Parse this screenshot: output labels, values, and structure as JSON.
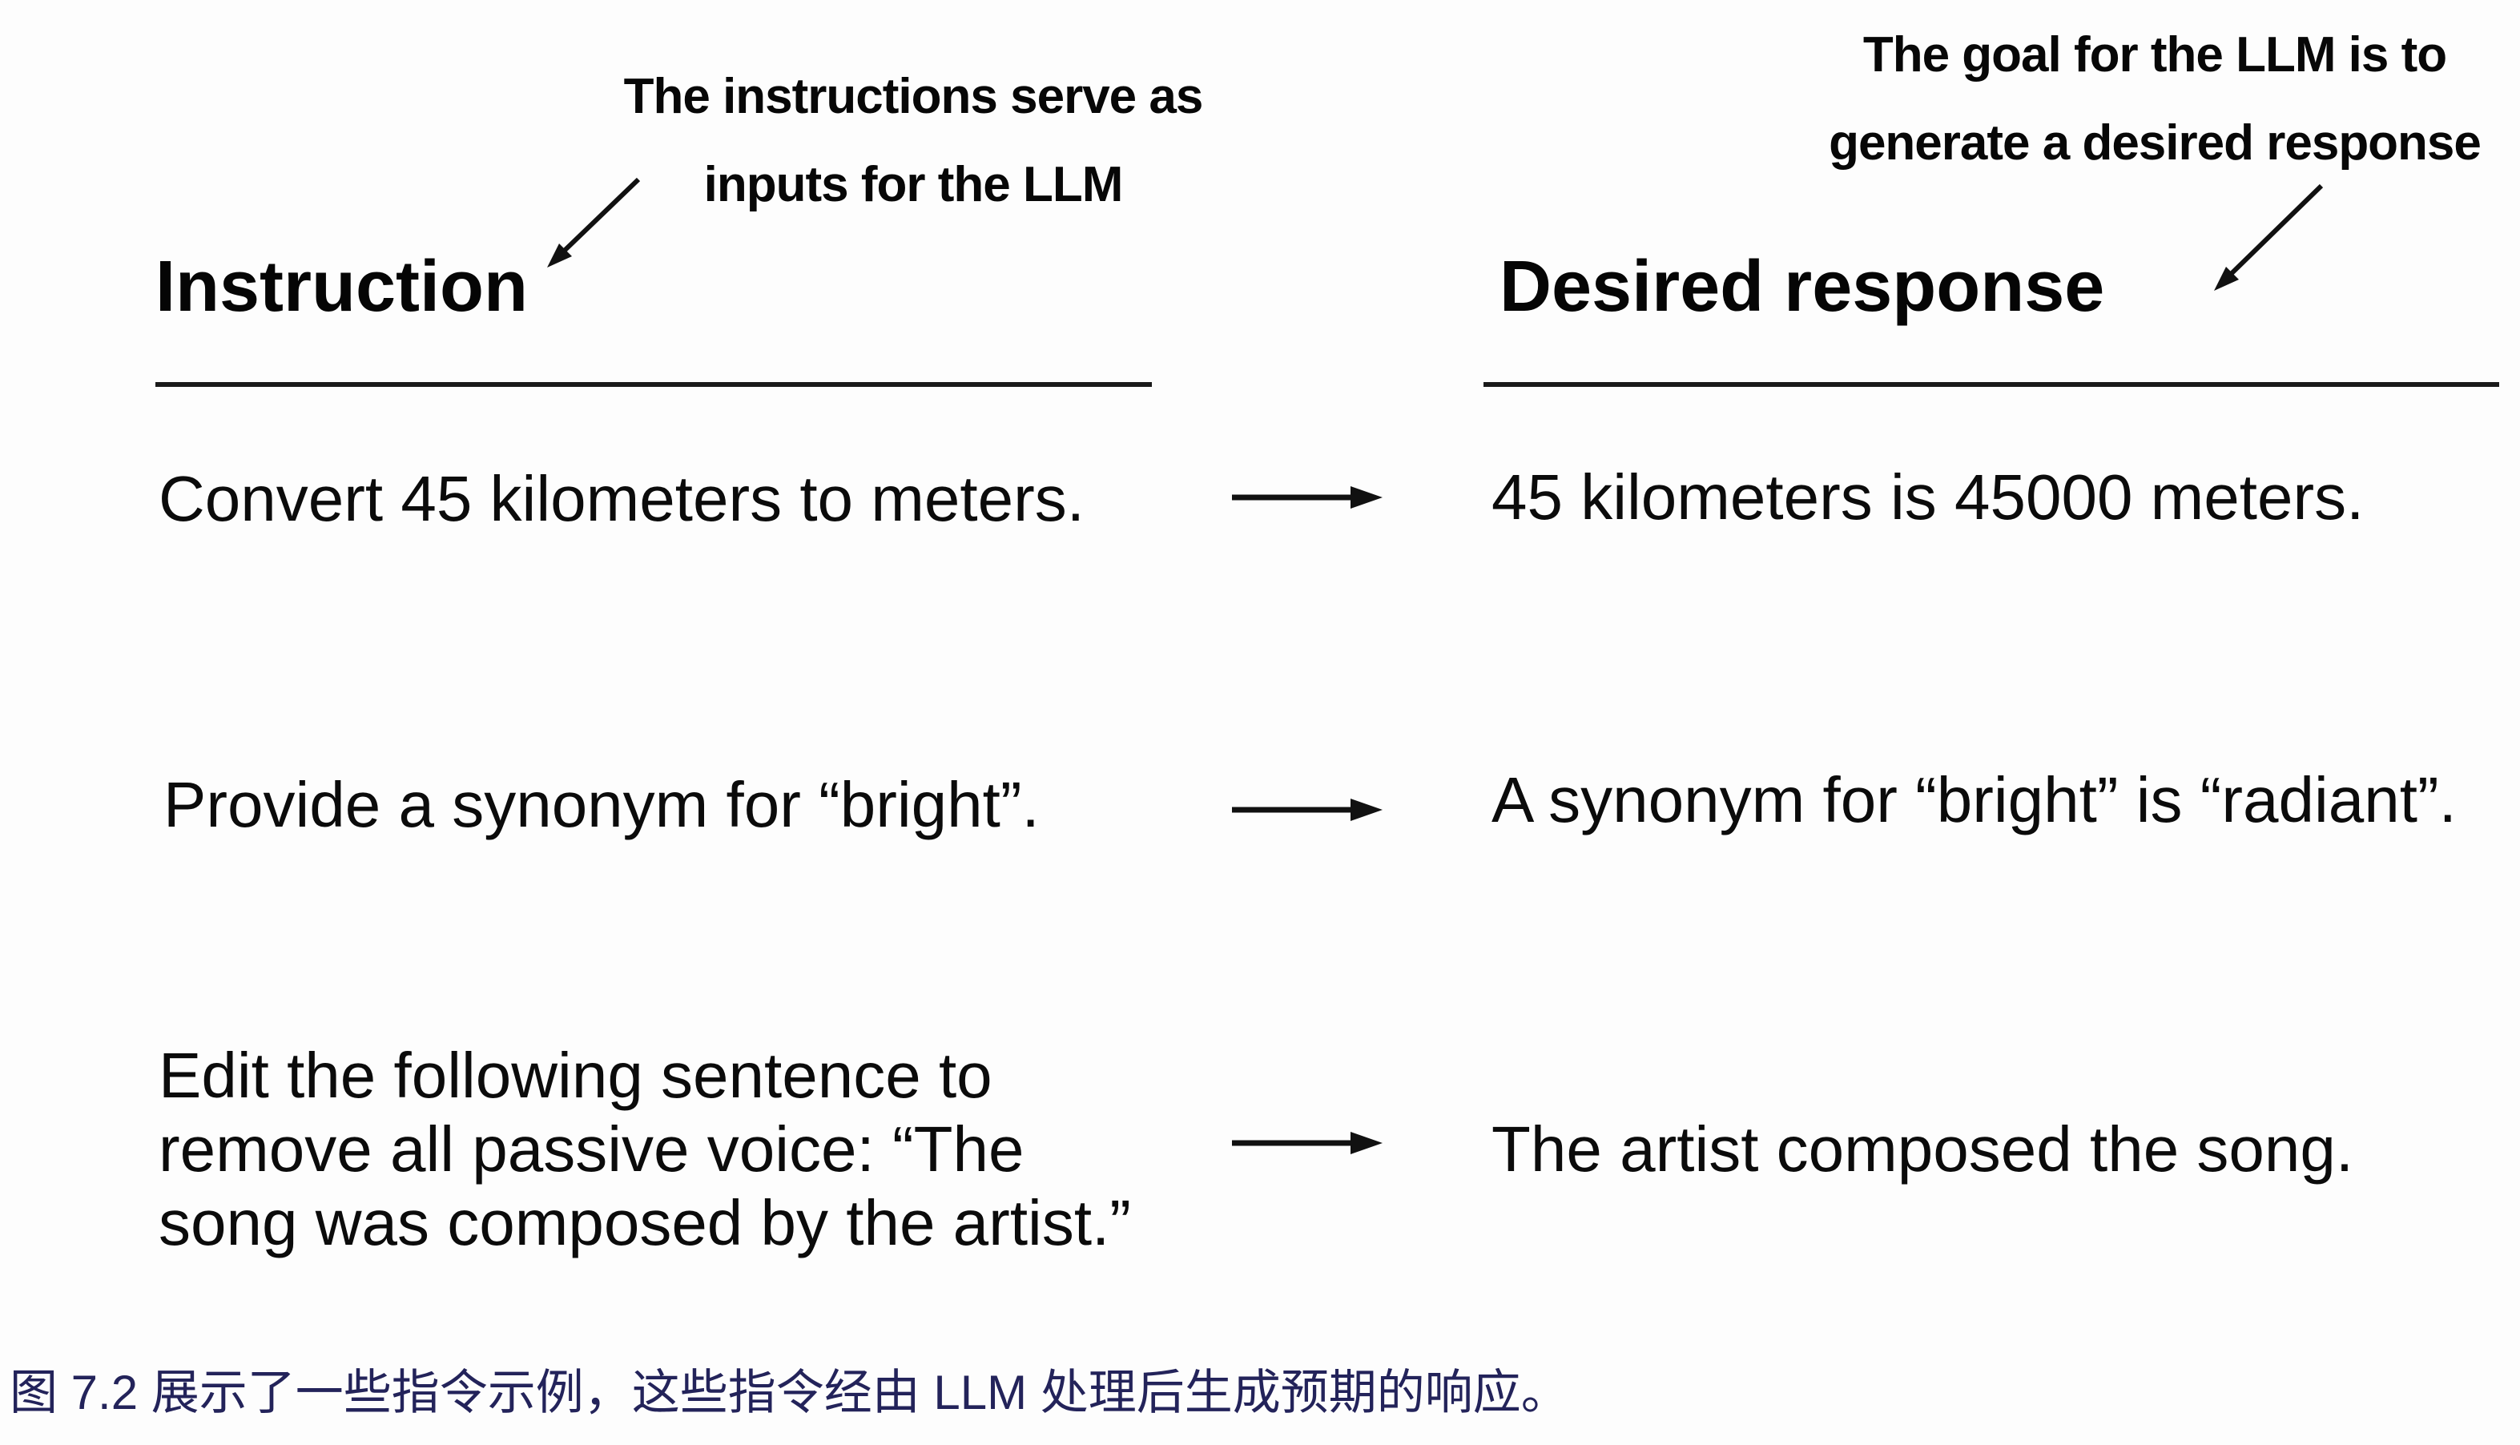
{
  "figure": {
    "annotation_left": {
      "line1": "The instructions serve as",
      "line2": "inputs for the LLM"
    },
    "annotation_right": {
      "line1": "The goal for the LLM is to",
      "line2": "generate a desired response"
    },
    "columns": {
      "left_header": "Instruction",
      "right_header": "Desired response"
    },
    "rows": [
      {
        "instruction_lines": [
          "Convert 45 kilometers to meters."
        ],
        "response": "45 kilometers is 45000 meters."
      },
      {
        "instruction_lines": [
          "Provide a synonym for “bright”."
        ],
        "response": "A synonym for “bright” is “radiant”."
      },
      {
        "instruction_lines": [
          "Edit the following sentence to",
          "remove all passive voice: “The",
          "song was composed by the artist.”"
        ],
        "response": "The artist composed the song."
      }
    ],
    "caption": {
      "text": "图 7.2 展示了一些指令示例，这些指令经由 LLM 处理后生成预期的响应。",
      "color": "#23235a"
    },
    "colors": {
      "text": "#0b0b0b",
      "rule": "#1a1a1a",
      "arrow": "#111111",
      "caption": "#23235a"
    }
  }
}
